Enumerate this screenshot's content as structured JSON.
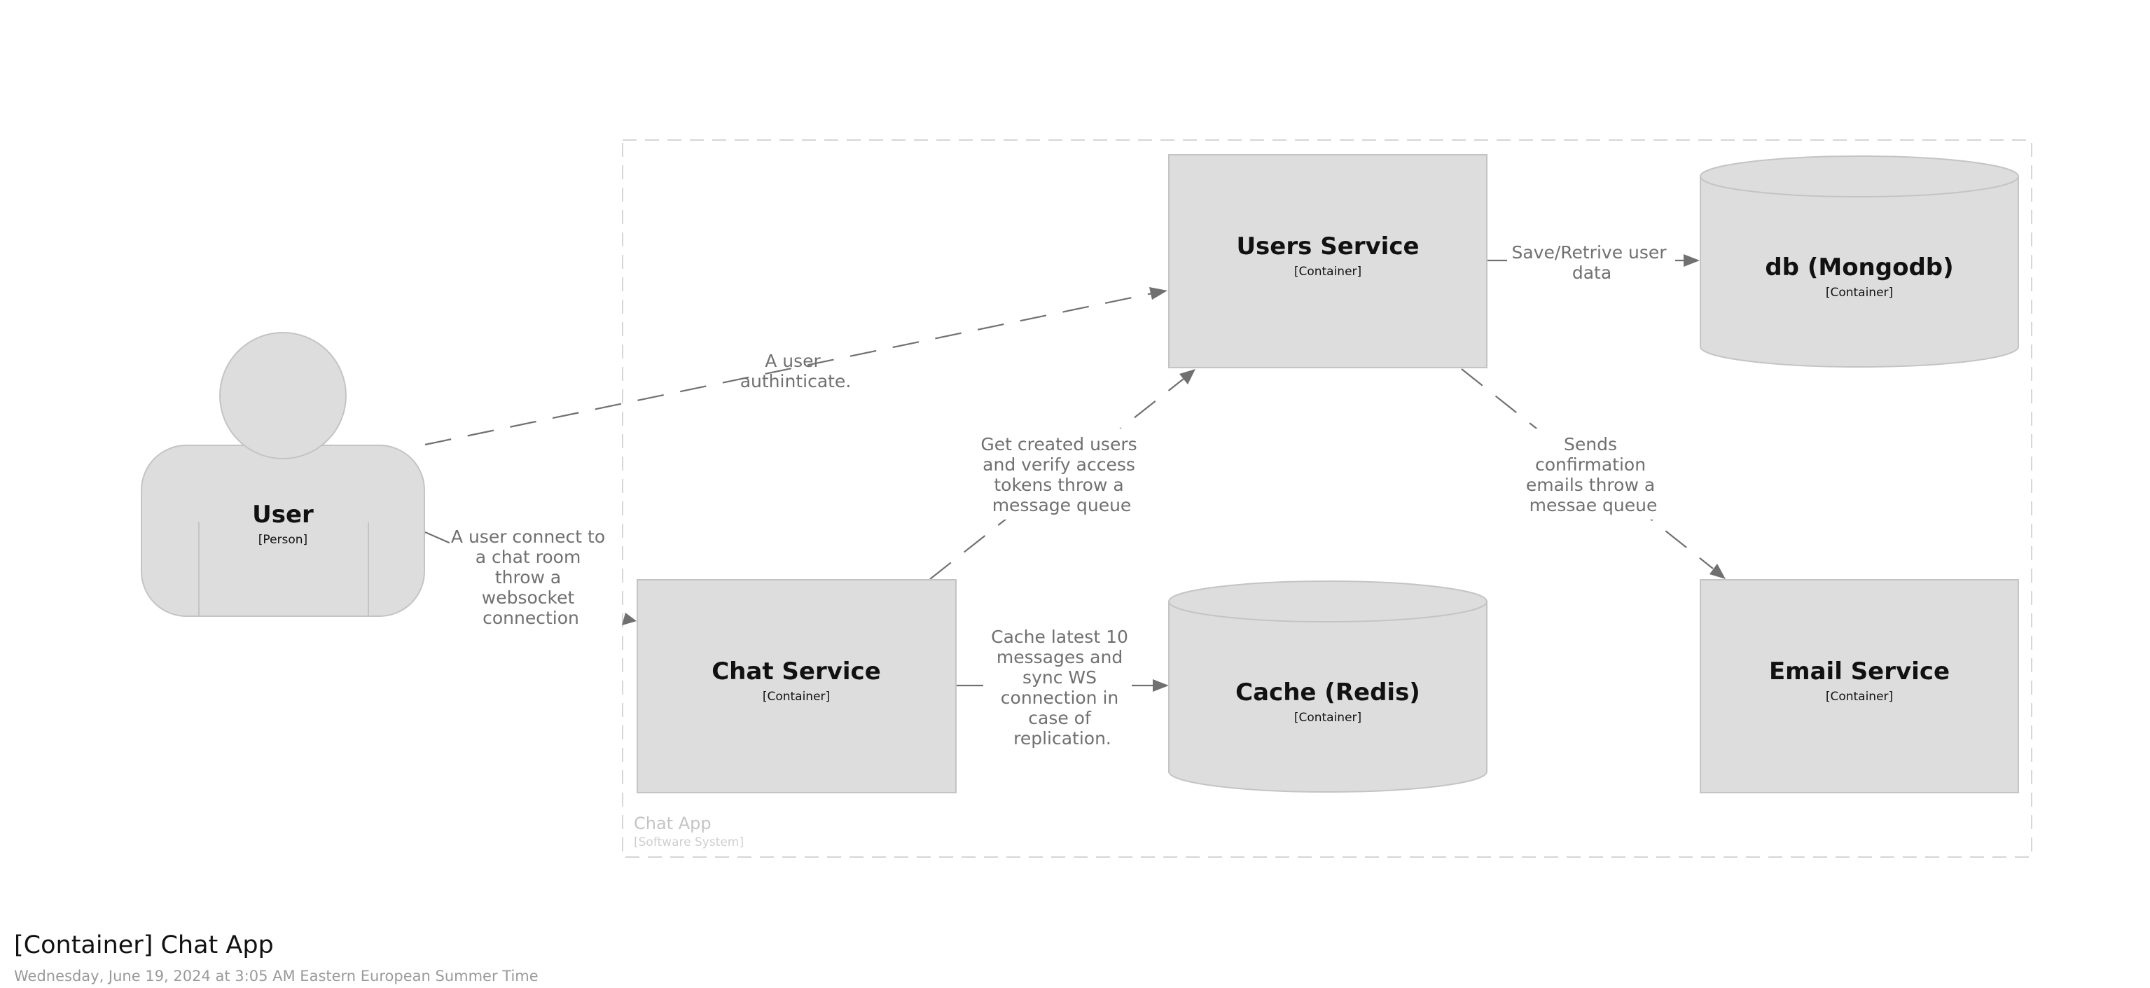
{
  "diagram": {
    "boundary": {
      "name": "Chat App",
      "type": "[Software System]"
    },
    "nodes": {
      "user": {
        "title": "User",
        "type": "[Person]"
      },
      "users_service": {
        "title": "Users Service",
        "type": "[Container]"
      },
      "db": {
        "title": "db (Mongodb)",
        "type": "[Container]"
      },
      "chat_service": {
        "title": "Chat Service",
        "type": "[Container]"
      },
      "cache": {
        "title": "Cache (Redis)",
        "type": "[Container]"
      },
      "email_service": {
        "title": "Email Service",
        "type": "[Container]"
      }
    },
    "edges": {
      "user_to_users": [
        "A user",
        "authinticate."
      ],
      "user_to_chat": [
        "A user connect to",
        "a chat room",
        "throw a",
        "websocket",
        "connection"
      ],
      "chat_to_users": [
        "Get created users",
        "and verify access",
        "tokens throw a",
        "message queue"
      ],
      "users_to_db": [
        "Save/Retrive user",
        "data"
      ],
      "users_to_email": [
        "Sends",
        "confirmation",
        "emails throw a",
        "messae queue"
      ],
      "chat_to_cache": [
        "Cache latest 10",
        "messages and",
        "sync WS",
        "connection in",
        "case of",
        "replication."
      ]
    }
  },
  "footer": {
    "title": "[Container] Chat App",
    "date": "Wednesday, June 19, 2024 at 3:05 AM Eastern European Summer Time"
  },
  "colors": {
    "node_fill": "#dddddd",
    "node_stroke": "#c4c4c4",
    "edge": "#707070",
    "boundary": "#d6d6d6"
  }
}
